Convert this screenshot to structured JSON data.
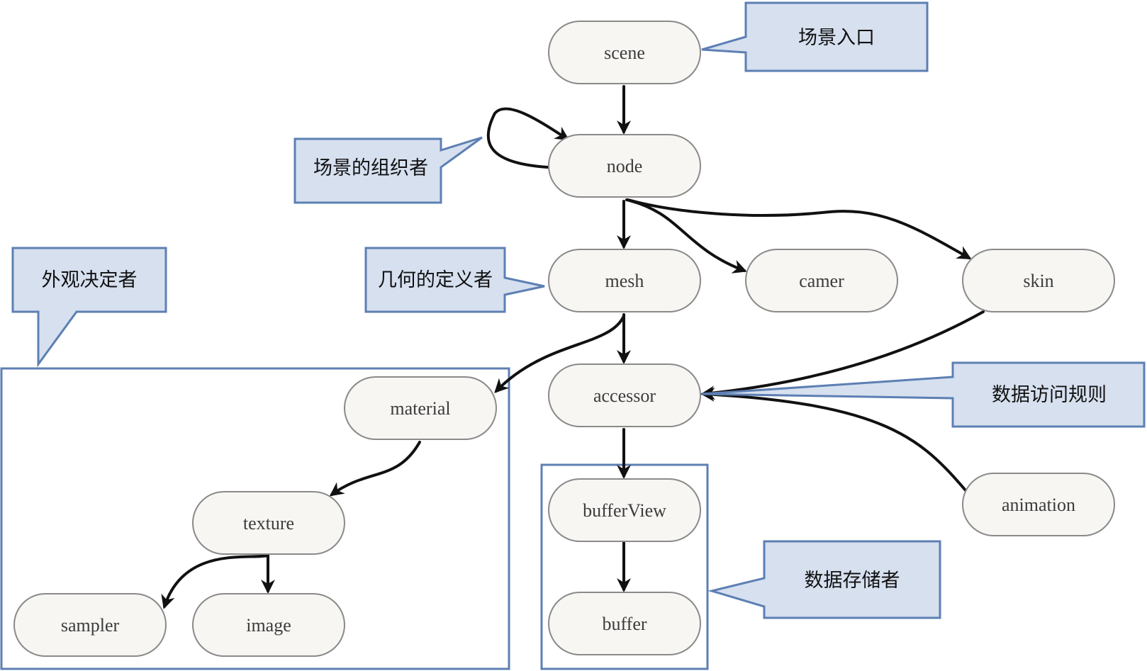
{
  "nodes": {
    "scene": "scene",
    "node": "node",
    "mesh": "mesh",
    "camer": "camer",
    "skin": "skin",
    "accessor": "accessor",
    "material": "material",
    "texture": "texture",
    "sampler": "sampler",
    "image": "image",
    "bufferView": "bufferView",
    "buffer": "buffer",
    "animation": "animation"
  },
  "callouts": {
    "scene_entry": "场景入口",
    "scene_organizer": "场景的组织者",
    "geometry_definer": "几何的定义者",
    "appearance_decider": "外观决定者",
    "data_access_rules": "数据访问规则",
    "data_storer": "数据存储者"
  },
  "colors": {
    "node_fill": "#f7f6f3",
    "node_stroke": "#8a8a8a",
    "callout_fill": "#d6e0ef",
    "callout_stroke": "#5d7fb3",
    "edge": "#111111"
  }
}
